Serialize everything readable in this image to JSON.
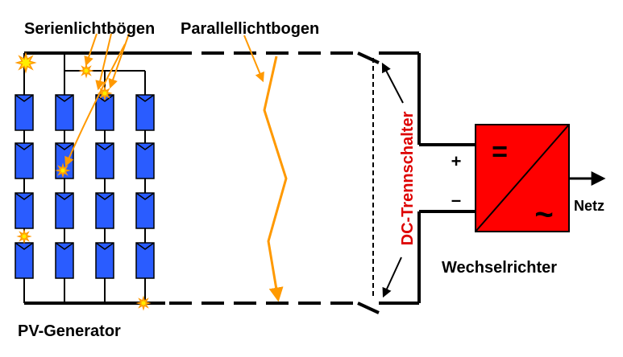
{
  "labels": {
    "series_arcs": "Serienlichtbögen",
    "parallel_arc": "Parallellichtbogen",
    "pv_generator": "PV-Generator",
    "dc_switch": "DC-Trennschalter",
    "inverter": "Wechselrichter",
    "grid": "Netz",
    "plus": "+",
    "minus": "–",
    "dc_symbol": "=",
    "ac_symbol": "~"
  },
  "colors": {
    "module_fill": "#2a5cff",
    "inverter_fill": "#ff0000",
    "arc_orange": "#ff9900",
    "switch_label_red": "#dd0000",
    "spark_yellow": "#ffee00",
    "line": "#000000"
  },
  "pv_generator": {
    "strings": 4,
    "modules_per_string": 4
  }
}
